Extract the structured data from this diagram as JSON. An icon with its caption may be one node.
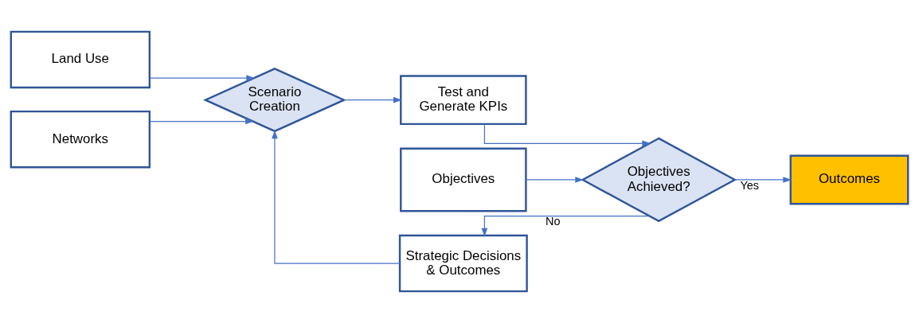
{
  "diagram": {
    "nodes": [
      {
        "text": [
          "Land Use"
        ]
      },
      {
        "text": [
          "Networks"
        ]
      },
      {
        "text": [
          "Scenario Creation"
        ]
      },
      {
        "text": [
          "Test and Generate KPIs"
        ]
      },
      {
        "text": [
          "Objectives"
        ]
      },
      {
        "text": [
          "Objectives Achieved?"
        ]
      },
      {
        "text": [
          "Outcomes"
        ]
      },
      {
        "text": [
          "Strategic Decisions & Outcomes"
        ]
      }
    ],
    "edges": [
      {
        "from": 0,
        "to": 2,
        "arrow": "to"
      },
      {
        "from": 1,
        "to": 2,
        "arrow": "to"
      },
      {
        "from": 2,
        "to": 3,
        "arrow": "to"
      },
      {
        "from": 3,
        "to": 5,
        "arrow": "to"
      },
      {
        "from": 4,
        "to": 5,
        "arrow": "to"
      },
      {
        "from": 5,
        "to": 6,
        "label": "Yes",
        "arrow": "to"
      },
      {
        "from": 5,
        "to": 7,
        "label": "No",
        "arrow": "to"
      },
      {
        "from": 7,
        "to": 2,
        "arrow": "to"
      }
    ]
  }
}
